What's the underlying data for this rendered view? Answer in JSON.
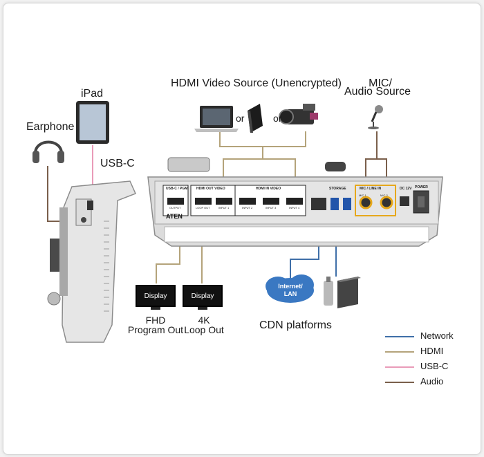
{
  "labels": {
    "hdmi_source": "HDMI Video Source (Unencrypted)",
    "mic_source_line1": "MIC/",
    "mic_source_line2": "Audio Source",
    "ipad": "iPad",
    "earphone": "Earphone",
    "usb_c": "USB-C",
    "or_1": "or",
    "or_2": "or",
    "display_1": "Display",
    "display_2": "Display",
    "fhd_line1": "FHD",
    "fhd_line2": "Program Out",
    "loop_line1": "4K",
    "loop_line2": "Loop Out",
    "internet_line1": "Internet/",
    "internet_line2": "LAN",
    "cdn": "CDN platforms",
    "brand": "ATEN"
  },
  "panel_labels": {
    "usbc_pgm": "USB-C / PGM",
    "hdmi_out_video": "HDMI OUT VIDEO",
    "hdmi_in_video": "HDMI IN VIDEO",
    "output": "OUTPUT",
    "loop_out": "LOOP OUT",
    "input1": "INPUT 1",
    "input2": "INPUT 2",
    "input3": "INPUT 3",
    "input4": "INPUT 4",
    "storage": "STORAGE",
    "mic_line_in": "MIC / LINE IN",
    "dc_in": "DC 12V",
    "power": "POWER",
    "mic1": "MIC 1",
    "mic2": "MIC 2"
  },
  "legend": [
    {
      "label": "Network",
      "color": "#3f6fa8"
    },
    {
      "label": "HDMI",
      "color": "#b4a37a"
    },
    {
      "label": "USB-C",
      "color": "#e99bb8"
    },
    {
      "label": "Audio",
      "color": "#7a5f4b"
    }
  ],
  "colors": {
    "network": "#3f6fa8",
    "hdmi": "#b4a37a",
    "usbc": "#e99bb8",
    "audio": "#7a5f4b",
    "mic_highlight": "#e6a81c"
  }
}
